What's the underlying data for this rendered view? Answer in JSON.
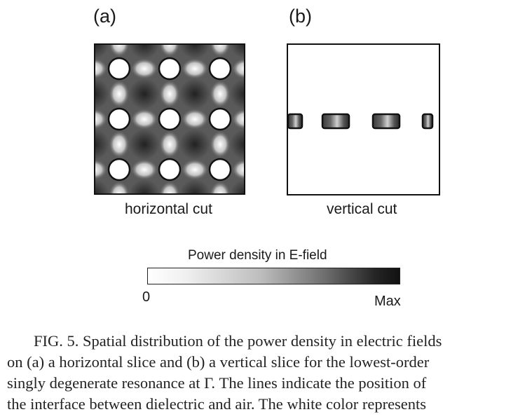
{
  "figure": {
    "panel_a": {
      "label": "(a)",
      "caption": "horizontal cut"
    },
    "panel_b": {
      "label": "(b)",
      "caption": "vertical cut"
    },
    "colorbar": {
      "title": "Power density in E-field",
      "min_label": "0",
      "max_label": "Max"
    }
  },
  "caption": {
    "lines": [
      "FIG. 5. Spatial distribution of the power density in electric fields",
      "on (a) a horizontal slice and (b) a vertical slice for the lowest-order",
      "singly degenerate resonance at Γ. The lines indicate the position of",
      "the interface between dielectric and air. The white color represents"
    ]
  }
}
